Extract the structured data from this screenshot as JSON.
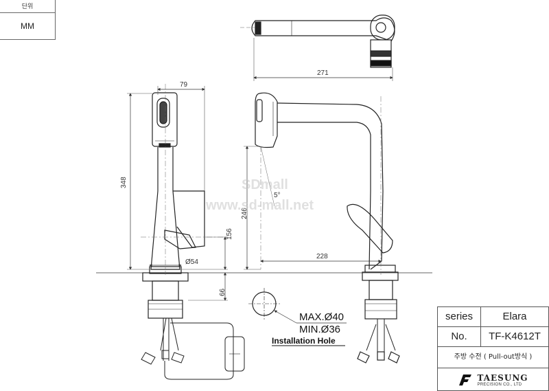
{
  "unit": {
    "header": "단위",
    "value": "MM"
  },
  "dimensions": {
    "top_length": "271",
    "width": "79",
    "height": "348",
    "lever_height": "156",
    "base_diameter": "Ø54",
    "below_deck": "66",
    "spout_height": "246",
    "angle": "5°",
    "reach": "228"
  },
  "installation": {
    "max": "MAX.Ø40",
    "min": "MIN.Ø36",
    "label": "Installation Hole"
  },
  "watermark": {
    "line1": "SDmall",
    "line2": "www.sd-mall.net"
  },
  "title_block": {
    "series_label": "series",
    "series_value": "Elara",
    "no_label": "No.",
    "no_value": "TF-K4612T",
    "description": "주방 수전 ( Pull-out방식 )",
    "logo_name": "TAESUNG",
    "logo_sub": "PRECISION CO., LTD"
  }
}
